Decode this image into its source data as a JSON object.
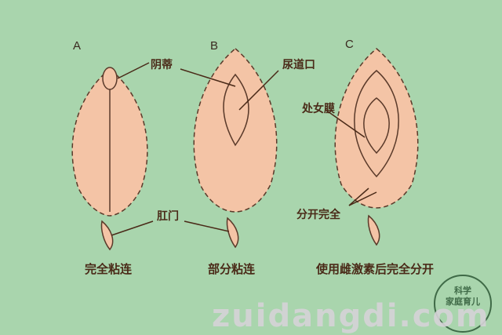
{
  "figure": {
    "stages": [
      {
        "letter": "A",
        "caption": "完全粘连"
      },
      {
        "letter": "B",
        "caption": "部分粘连"
      },
      {
        "letter": "C",
        "caption": "使用雌激素后完全分开"
      }
    ],
    "labels": {
      "labia": "阴蒂",
      "urethra": "尿道口",
      "hymen": "处女膜",
      "anus": "肛门",
      "separated": "分开完全"
    },
    "colors": {
      "background": "#a9d5ad",
      "skin": "#f4c4a6",
      "outline": "#5a3a2a",
      "text": "#4a2a18"
    }
  },
  "stamp": {
    "line1": "科学",
    "line2": "家庭育儿"
  },
  "watermark": "zuidangdi.com"
}
